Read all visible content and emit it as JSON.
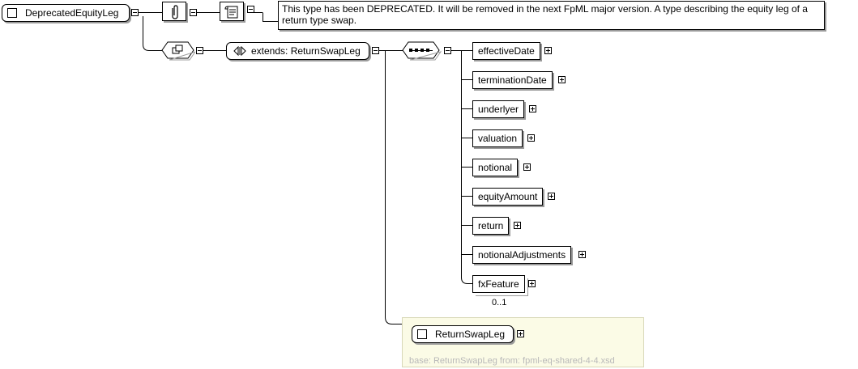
{
  "root": {
    "name": "DeprecatedEquityLeg"
  },
  "annotation": {
    "text": "This type has been DEPRECATED. It will be removed in the next FpML major version. A type describing the equity leg of a return type swap."
  },
  "extension": {
    "label": "extends: ReturnSwapLeg"
  },
  "sequence": {
    "children": [
      {
        "name": "effectiveDate"
      },
      {
        "name": "terminationDate"
      },
      {
        "name": "underlyer"
      },
      {
        "name": "valuation"
      },
      {
        "name": "notional"
      },
      {
        "name": "equityAmount"
      },
      {
        "name": "return"
      },
      {
        "name": "notionalAdjustments"
      },
      {
        "name": "fxFeature",
        "occurrence": "0..1"
      }
    ]
  },
  "base_type": {
    "name": "ReturnSwapLeg",
    "info": "base: ReturnSwapLeg from: fpml-eq-shared-4-4.xsd"
  }
}
